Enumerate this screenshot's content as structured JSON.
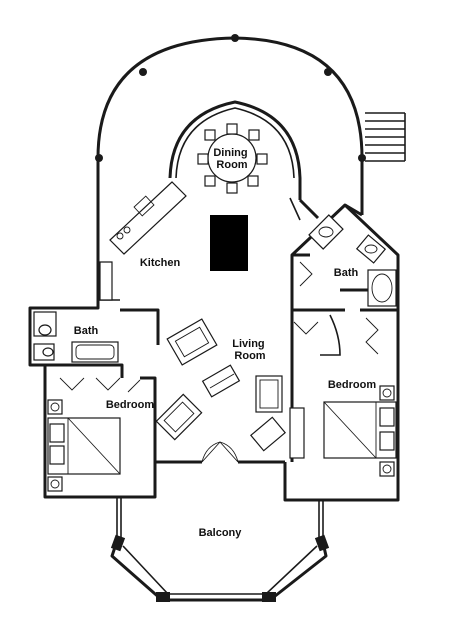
{
  "rooms": {
    "dining": [
      "Dining",
      "Room"
    ],
    "kitchen": "Kitchen",
    "living": [
      "Living",
      "Room"
    ],
    "bath_left": "Bath",
    "bath_right": "Bath",
    "bedroom_left": "Bedroom",
    "bedroom_right": "Bedroom",
    "balcony": "Balcony"
  },
  "colors": {
    "line": "#1a1a1a",
    "background": "#ffffff",
    "redaction": "#000000"
  }
}
